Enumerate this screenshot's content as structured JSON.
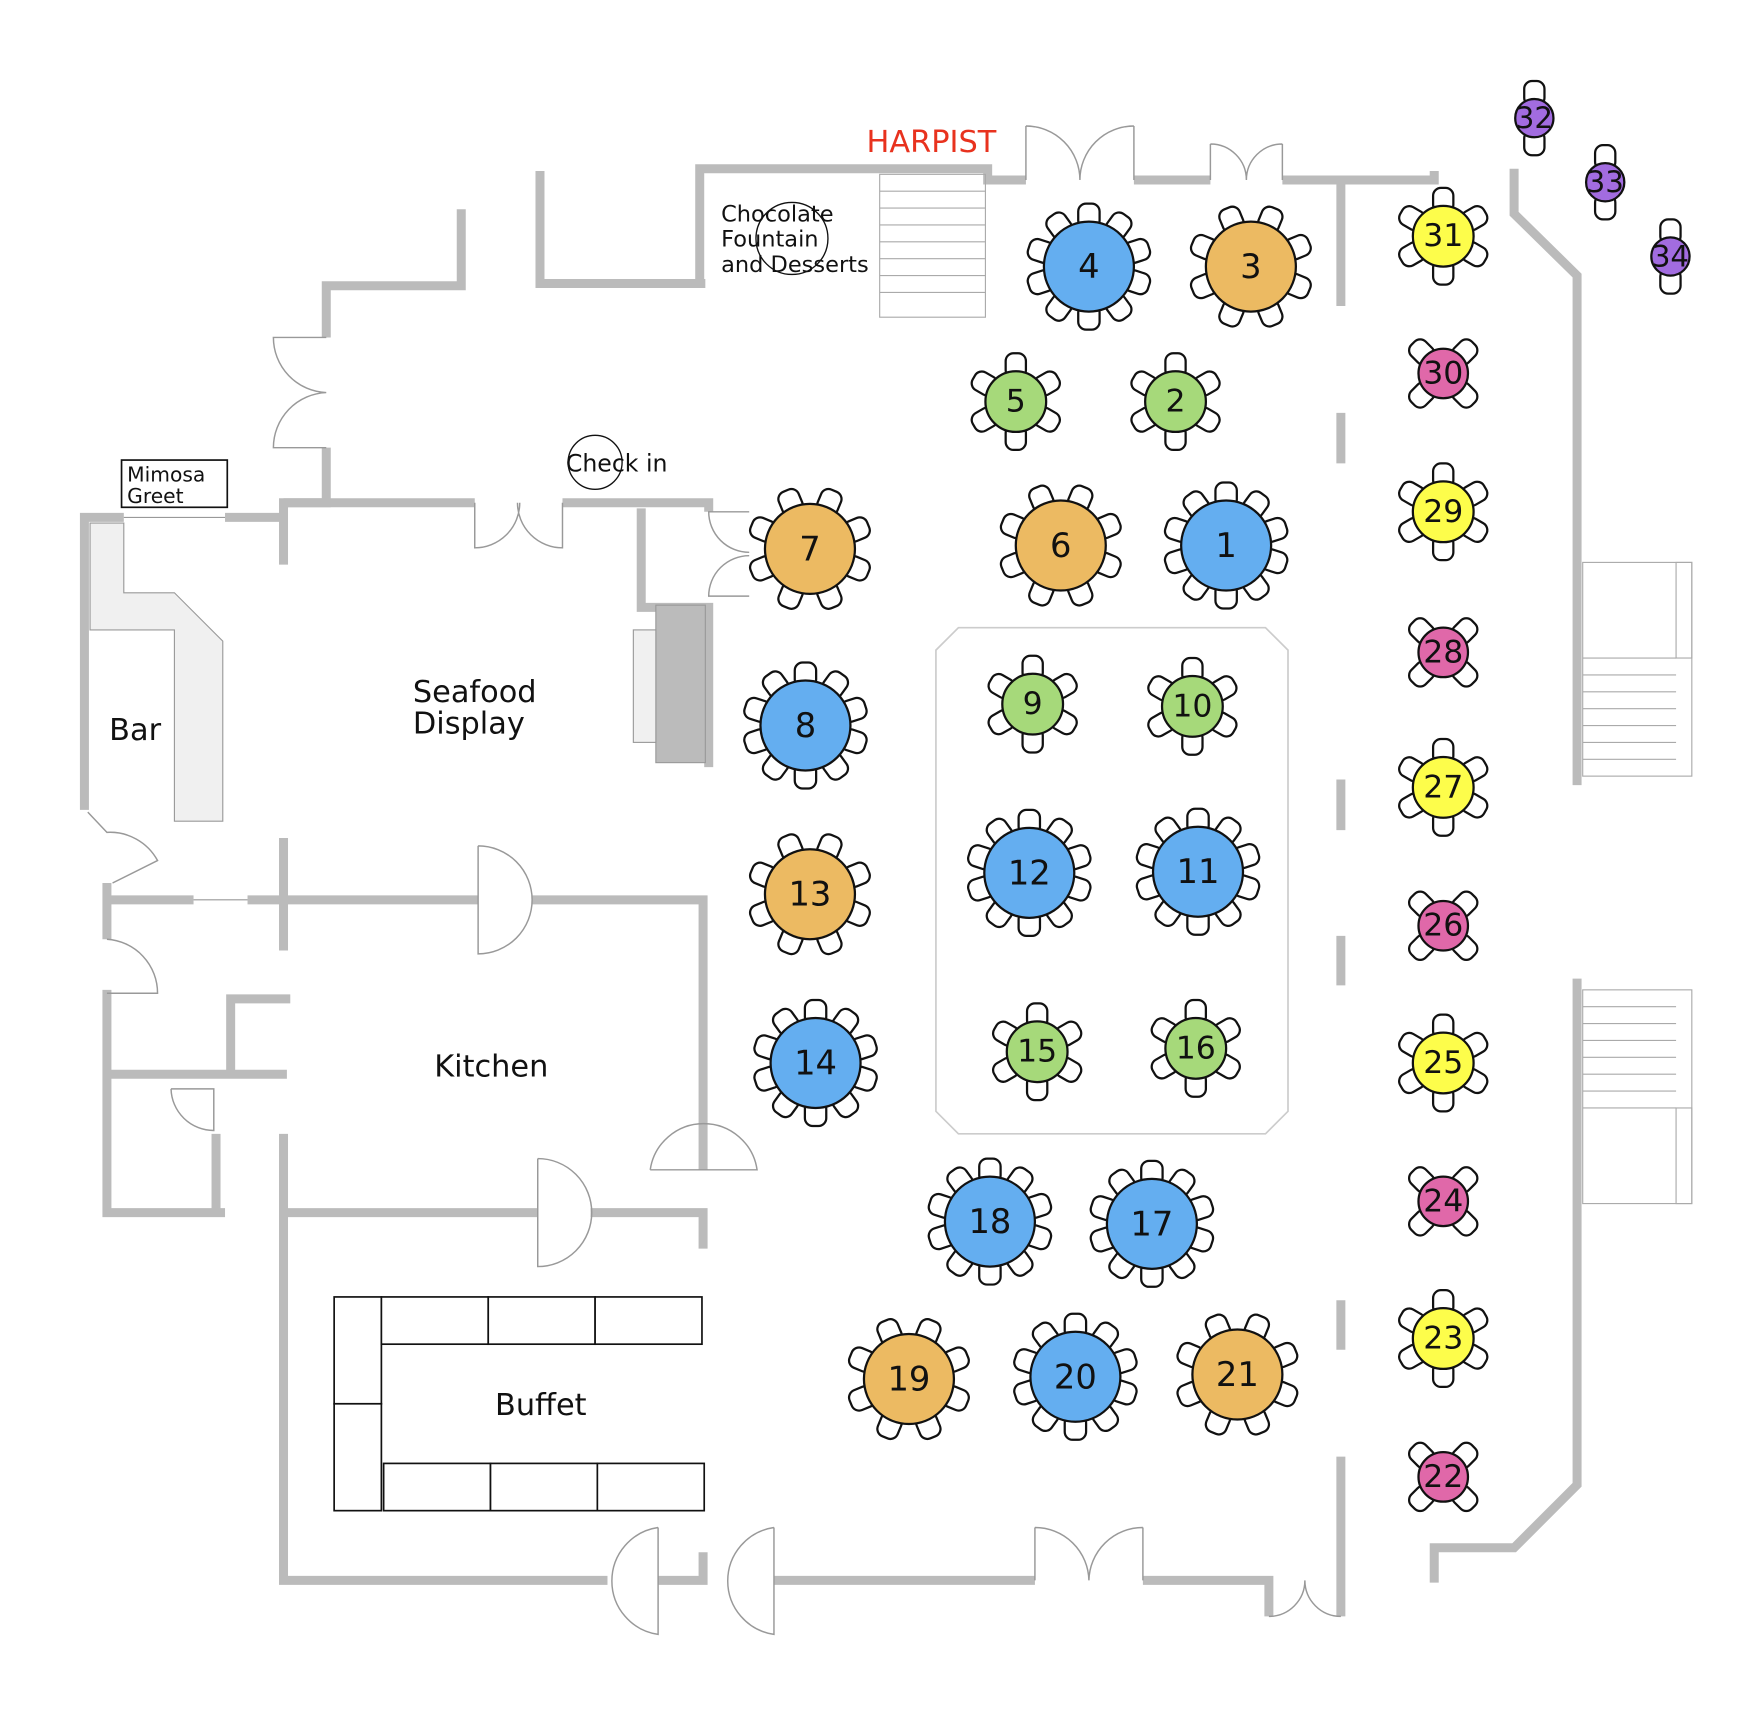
{
  "labels": {
    "harpist": "HARPIST",
    "chocolate": [
      "Chocolate",
      "Fountain",
      "and Desserts"
    ],
    "check_in": "Check in",
    "mimosa": [
      "Mimosa",
      "Greet"
    ],
    "bar": "Bar",
    "seafood": [
      "Seafood",
      "Display"
    ],
    "kitchen": "Kitchen",
    "buffet": "Buffet"
  },
  "colors": {
    "harpist": "#e8321e",
    "blue": "#64aef0",
    "orange": "#ecba62",
    "green": "#a6d97a",
    "yellow": "#fdfd4b",
    "pink": "#e068a9",
    "purple": "#a26ce0",
    "wall": "#bbbbbb"
  },
  "table_types": {
    "blue": {
      "seats": 10
    },
    "orange": {
      "seats": 8
    },
    "green": {
      "seats": 6
    },
    "yellow": {
      "seats": 6
    },
    "pink": {
      "seats": 4
    },
    "purple": {
      "seats": 2
    }
  },
  "tables": [
    {
      "number": "1",
      "type": "blue"
    },
    {
      "number": "2",
      "type": "green"
    },
    {
      "number": "3",
      "type": "orange"
    },
    {
      "number": "4",
      "type": "blue"
    },
    {
      "number": "5",
      "type": "green"
    },
    {
      "number": "6",
      "type": "orange"
    },
    {
      "number": "7",
      "type": "orange"
    },
    {
      "number": "8",
      "type": "blue"
    },
    {
      "number": "9",
      "type": "green"
    },
    {
      "number": "10",
      "type": "green"
    },
    {
      "number": "11",
      "type": "blue"
    },
    {
      "number": "12",
      "type": "blue"
    },
    {
      "number": "13",
      "type": "orange"
    },
    {
      "number": "14",
      "type": "blue"
    },
    {
      "number": "15",
      "type": "green"
    },
    {
      "number": "16",
      "type": "green"
    },
    {
      "number": "17",
      "type": "blue"
    },
    {
      "number": "18",
      "type": "blue"
    },
    {
      "number": "19",
      "type": "orange"
    },
    {
      "number": "20",
      "type": "blue"
    },
    {
      "number": "21",
      "type": "orange"
    },
    {
      "number": "22",
      "type": "pink"
    },
    {
      "number": "23",
      "type": "yellow"
    },
    {
      "number": "24",
      "type": "pink"
    },
    {
      "number": "25",
      "type": "yellow"
    },
    {
      "number": "26",
      "type": "pink"
    },
    {
      "number": "27",
      "type": "yellow"
    },
    {
      "number": "28",
      "type": "pink"
    },
    {
      "number": "29",
      "type": "yellow"
    },
    {
      "number": "30",
      "type": "pink"
    },
    {
      "number": "31",
      "type": "yellow"
    },
    {
      "number": "32",
      "type": "purple"
    },
    {
      "number": "33",
      "type": "purple"
    },
    {
      "number": "34",
      "type": "purple"
    }
  ]
}
